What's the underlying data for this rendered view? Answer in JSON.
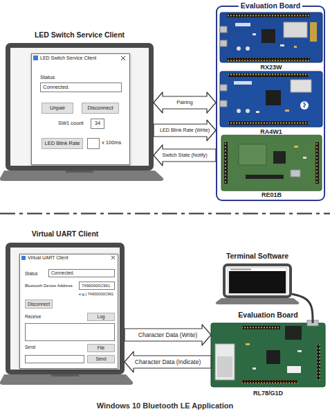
{
  "diagram": {
    "caption": "Windows 10 Bluetooth LE Application",
    "nodes": [
      {
        "text": [
          "LED Switch Service Client"
        ]
      },
      {
        "text": [
          "LED Switch Service Client",
          "Status",
          "SW1 count",
          "x 100ms"
        ],
        "in": 0
      },
      {
        "text": [
          "Connected."
        ],
        "in": 1
      },
      {
        "text": [
          "Unpair"
        ],
        "in": 1
      },
      {
        "text": [
          "Disconnect"
        ],
        "in": 1
      },
      {
        "text": [
          "34"
        ],
        "in": 1
      },
      {
        "text": [
          "LED Blink Rate"
        ],
        "in": 1
      },
      {
        "text": [
          "Evaluation Board"
        ]
      },
      {
        "text": [
          "RX23W"
        ],
        "in": 7
      },
      {
        "text": [
          "RA4W1"
        ],
        "in": 7
      },
      {
        "text": [
          "RE01B"
        ],
        "in": 7
      },
      {
        "text": [
          "Virtual UART Client"
        ]
      },
      {
        "text": [
          "Virtual UART Client",
          "Status",
          "Bluetooth Device Address",
          "e.g.) 74900000C991",
          "Receive",
          "Send"
        ],
        "in": 11
      },
      {
        "text": [
          "Connected."
        ],
        "in": 12
      },
      {
        "text": [
          "74900000C991"
        ],
        "in": 12
      },
      {
        "text": [
          "Disconnect"
        ],
        "in": 12
      },
      {
        "text": [
          "Log"
        ],
        "in": 12
      },
      {
        "text": [
          "File"
        ],
        "in": 12
      },
      {
        "text": [
          "Send"
        ],
        "in": 12
      },
      {
        "text": [
          "Terminal Software"
        ]
      },
      {
        "text": [
          "Evaluation Board",
          "RL78/G1D"
        ]
      }
    ],
    "edges": [
      {
        "from": 0,
        "to": 7,
        "label": "Pairing",
        "arrow": "both"
      },
      {
        "from": 0,
        "to": 7,
        "label": "LED Blink Rate (Write)",
        "arrow": "to"
      },
      {
        "from": 7,
        "to": 0,
        "label": "Switch State (Notify)",
        "arrow": "to"
      },
      {
        "from": 11,
        "to": 20,
        "label": "Character Data (Write)",
        "arrow": "to"
      },
      {
        "from": 20,
        "to": 11,
        "label": "Character Data (Indicate)",
        "arrow": "to"
      },
      {
        "from": 19,
        "to": 20,
        "arrow": "none"
      }
    ]
  }
}
